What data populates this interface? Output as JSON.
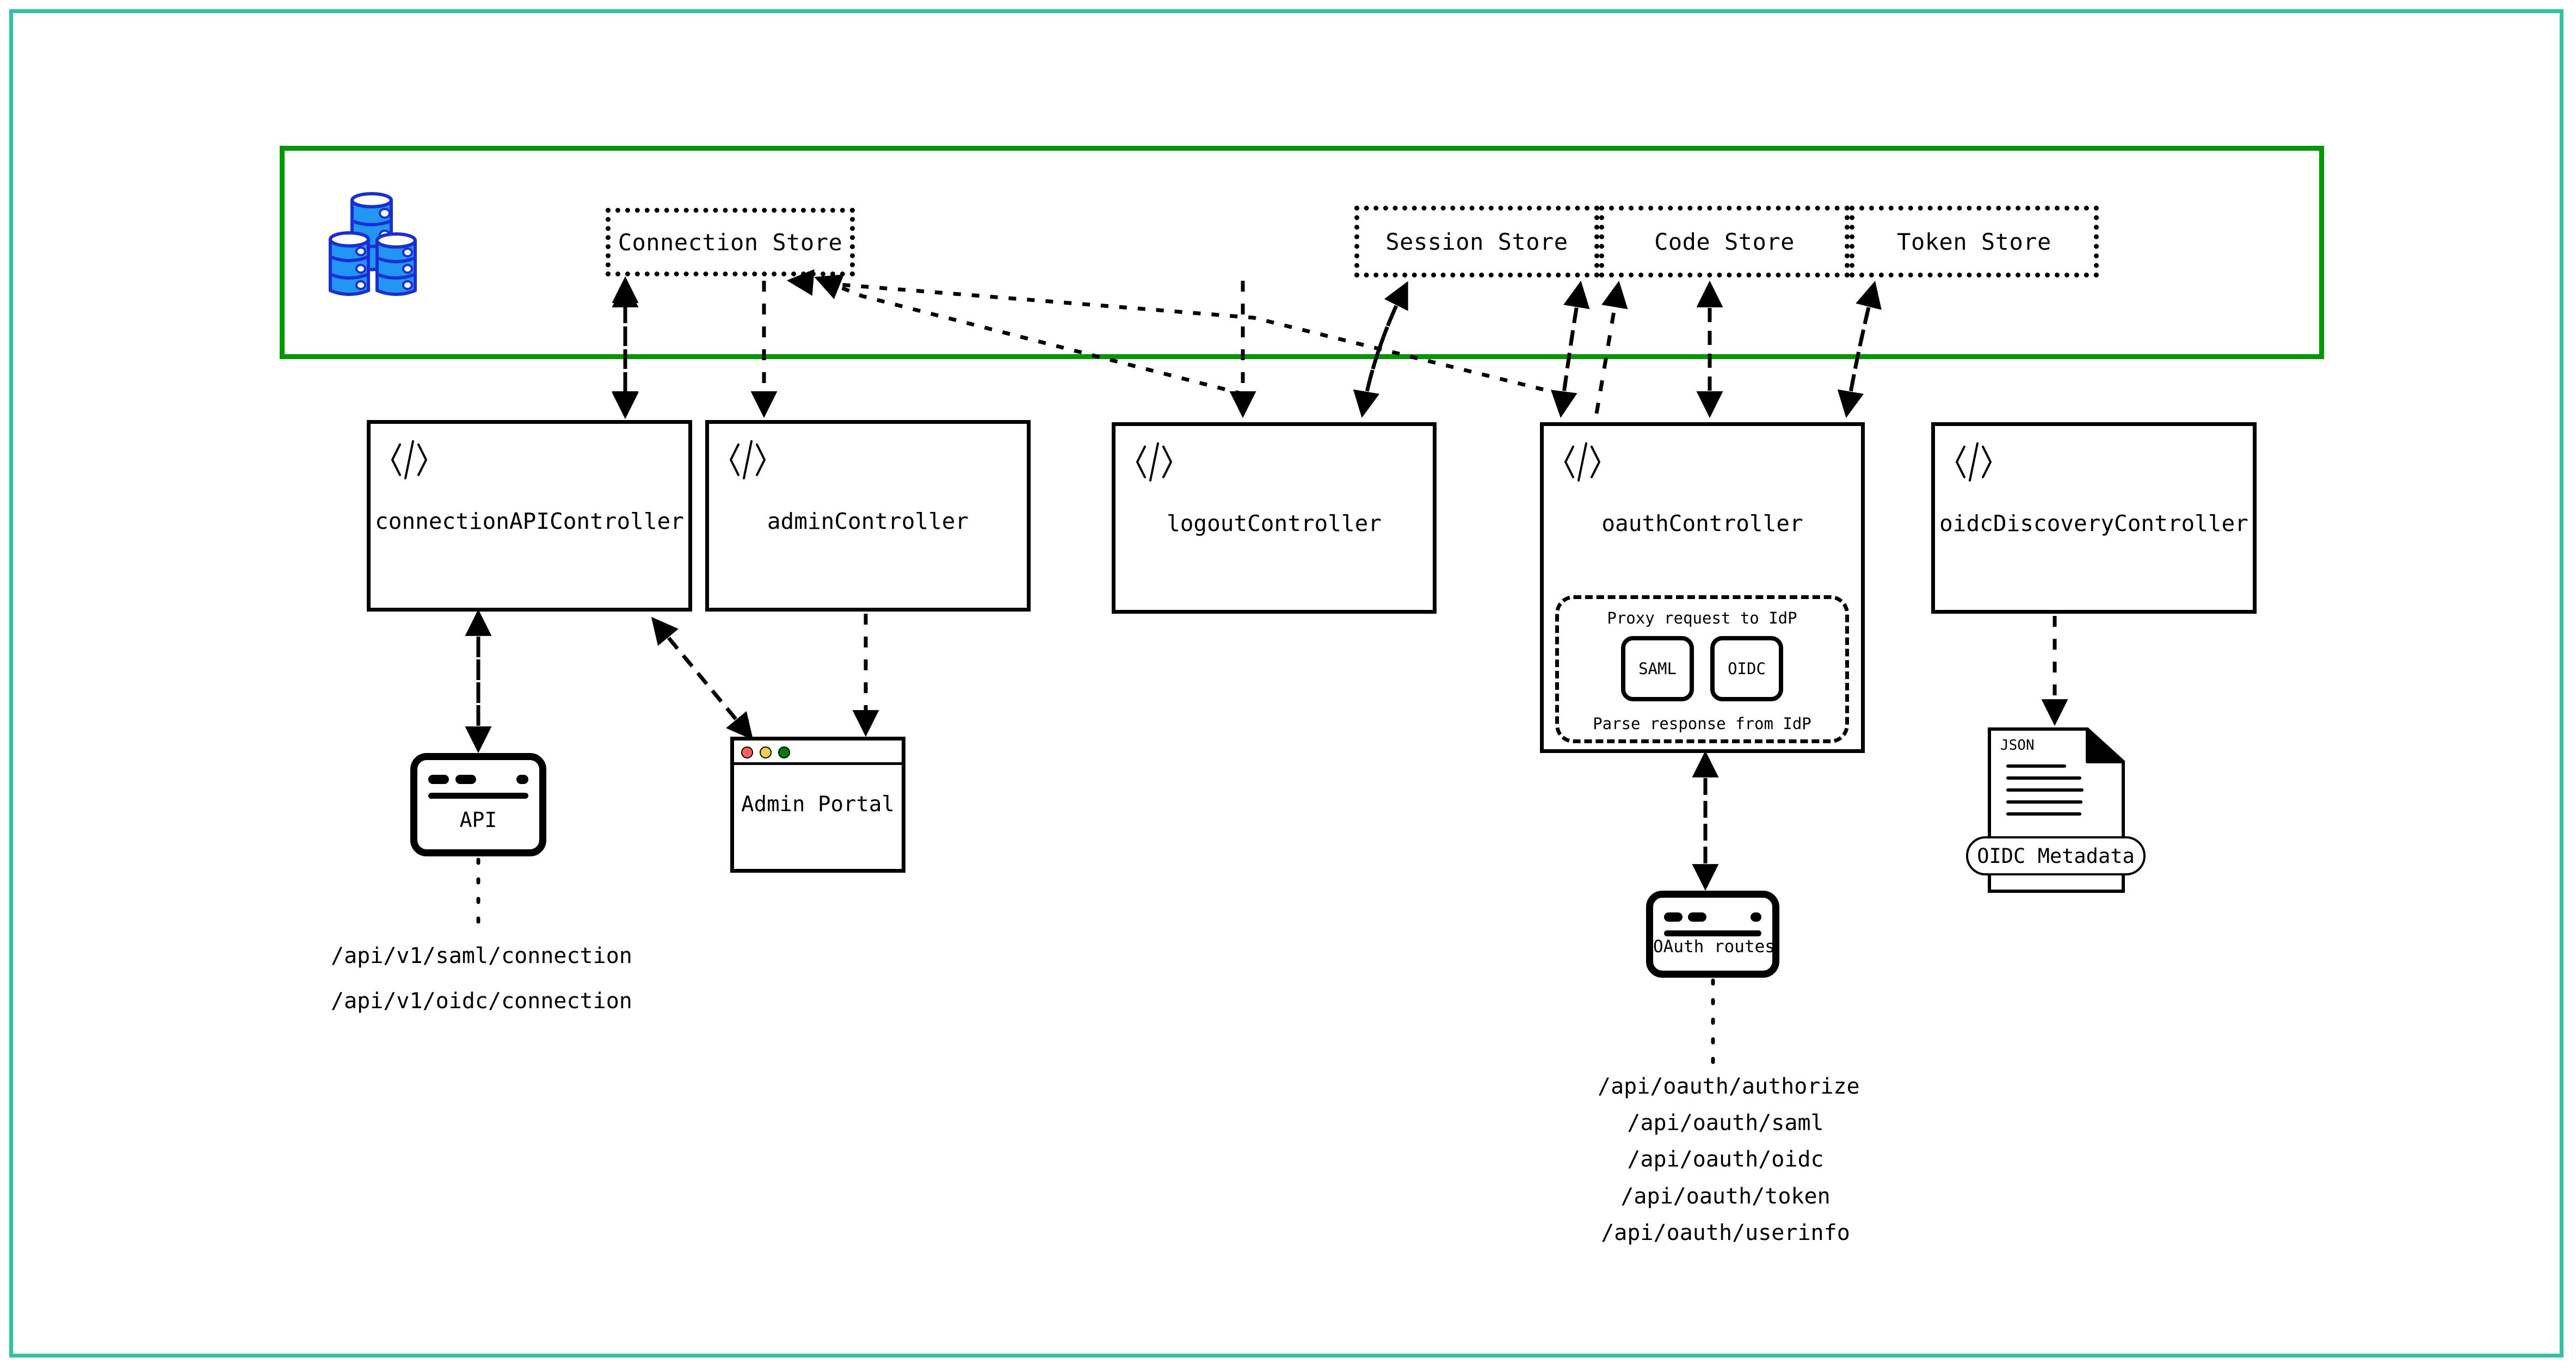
{
  "canvas": {
    "frame_color": "#2ec4a0",
    "background": "#ffffff"
  },
  "store_band": {
    "border_color": "#009900",
    "db_icon_name": "database-stack-icon",
    "db_fill": "#2196f3",
    "db_stroke": "#1a2ed8",
    "stores": [
      {
        "label": "Connection Store"
      },
      {
        "label": "Session Store"
      },
      {
        "label": "Code Store"
      },
      {
        "label": "Token Store"
      }
    ]
  },
  "controllers": [
    {
      "label": "connectionAPIController",
      "icon": "code-icon"
    },
    {
      "label": "adminController",
      "icon": "code-icon"
    },
    {
      "label": "logoutController",
      "icon": "code-icon"
    },
    {
      "label": "oauthController",
      "icon": "code-icon"
    },
    {
      "label": "oidcDiscoveryController",
      "icon": "code-icon"
    }
  ],
  "proxy": {
    "top_label": "Proxy request to IdP",
    "bottom_label": "Parse response from IdP",
    "chips": [
      {
        "label": "SAML"
      },
      {
        "label": "OIDC"
      }
    ]
  },
  "api_window": {
    "title": "API",
    "icon": "browser-window-icon"
  },
  "admin_portal": {
    "title": "Admin Portal",
    "icon": "mac-window-icon",
    "traffic_lights": [
      "#ff6159",
      "#f4cd4a",
      "#008000"
    ]
  },
  "oauth_routes_window": {
    "title": "OAuth routes",
    "icon": "browser-window-icon"
  },
  "json_document": {
    "badge": "JSON",
    "icon": "json-file-icon",
    "pill_label": "OIDC Metadata"
  },
  "connection_routes": {
    "lines": [
      "/api/v1/saml/connection",
      "/api/v1/oidc/connection"
    ]
  },
  "oauth_routes": {
    "lines": [
      "/api/oauth/authorize",
      "/api/oauth/saml",
      "/api/oauth/oidc",
      "/api/oauth/token",
      "/api/oauth/userinfo"
    ]
  }
}
